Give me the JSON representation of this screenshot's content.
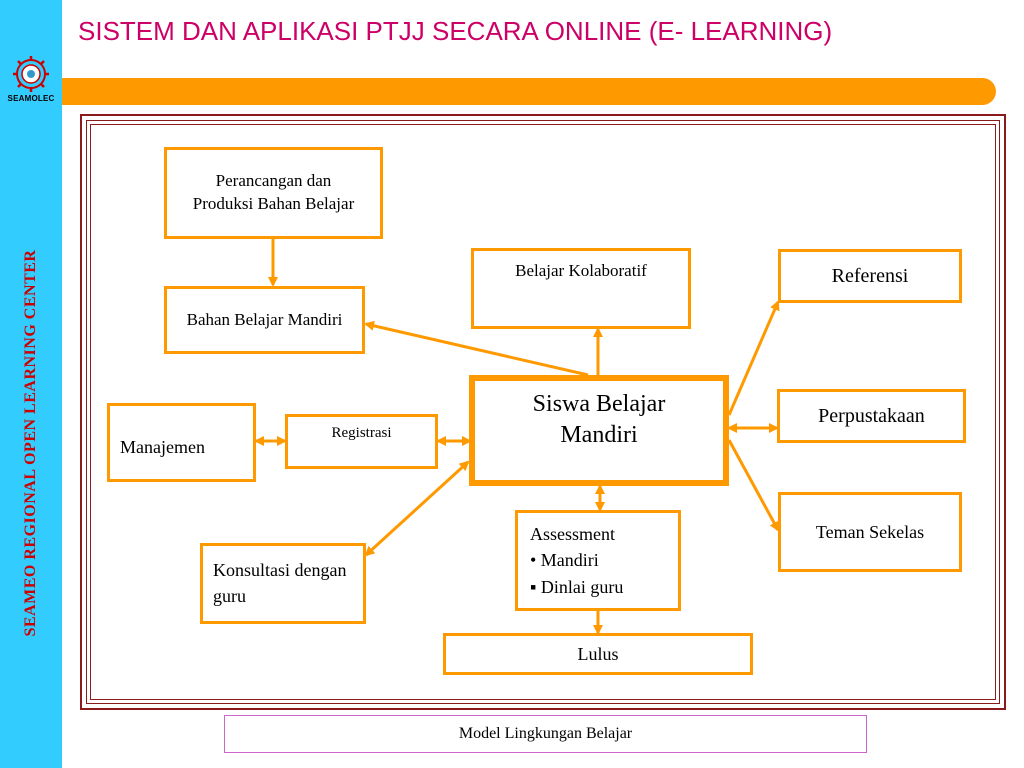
{
  "header": {
    "title": "SISTEM DAN APLIKASI PTJJ SECARA ONLINE (E- LEARNING)"
  },
  "sidebar": {
    "logo_text": "SEAMOLEC",
    "vertical_text": "SEAMEO REGIONAL OPEN LEARNING CENTER"
  },
  "diagram": {
    "perancangan": "Perancangan dan Produksi Bahan Belajar",
    "bahan": "Bahan Belajar Mandiri",
    "kolaboratif": "Belajar Kolaboratif",
    "referensi": "Referensi",
    "siswa": "Siswa Belajar Mandiri",
    "manajemen": "Manajemen",
    "registrasi": "Registrasi",
    "perpustakaan": "Perpustakaan",
    "teman": "Teman Sekelas",
    "konsultasi": "Konsultasi dengan guru",
    "assessment_title": "Assessment",
    "assessment_item1": "• Mandiri",
    "assessment_item2": "▪ Dinlai guru",
    "lulus": "Lulus"
  },
  "caption": "Model Lingkungan Belajar",
  "colors": {
    "accent_orange": "#ff9900",
    "sidebar_blue": "#33ccff",
    "title_magenta": "#cc0066",
    "sidebar_text_red": "#cc0000",
    "frame_maroon": "#8b1a1a"
  }
}
